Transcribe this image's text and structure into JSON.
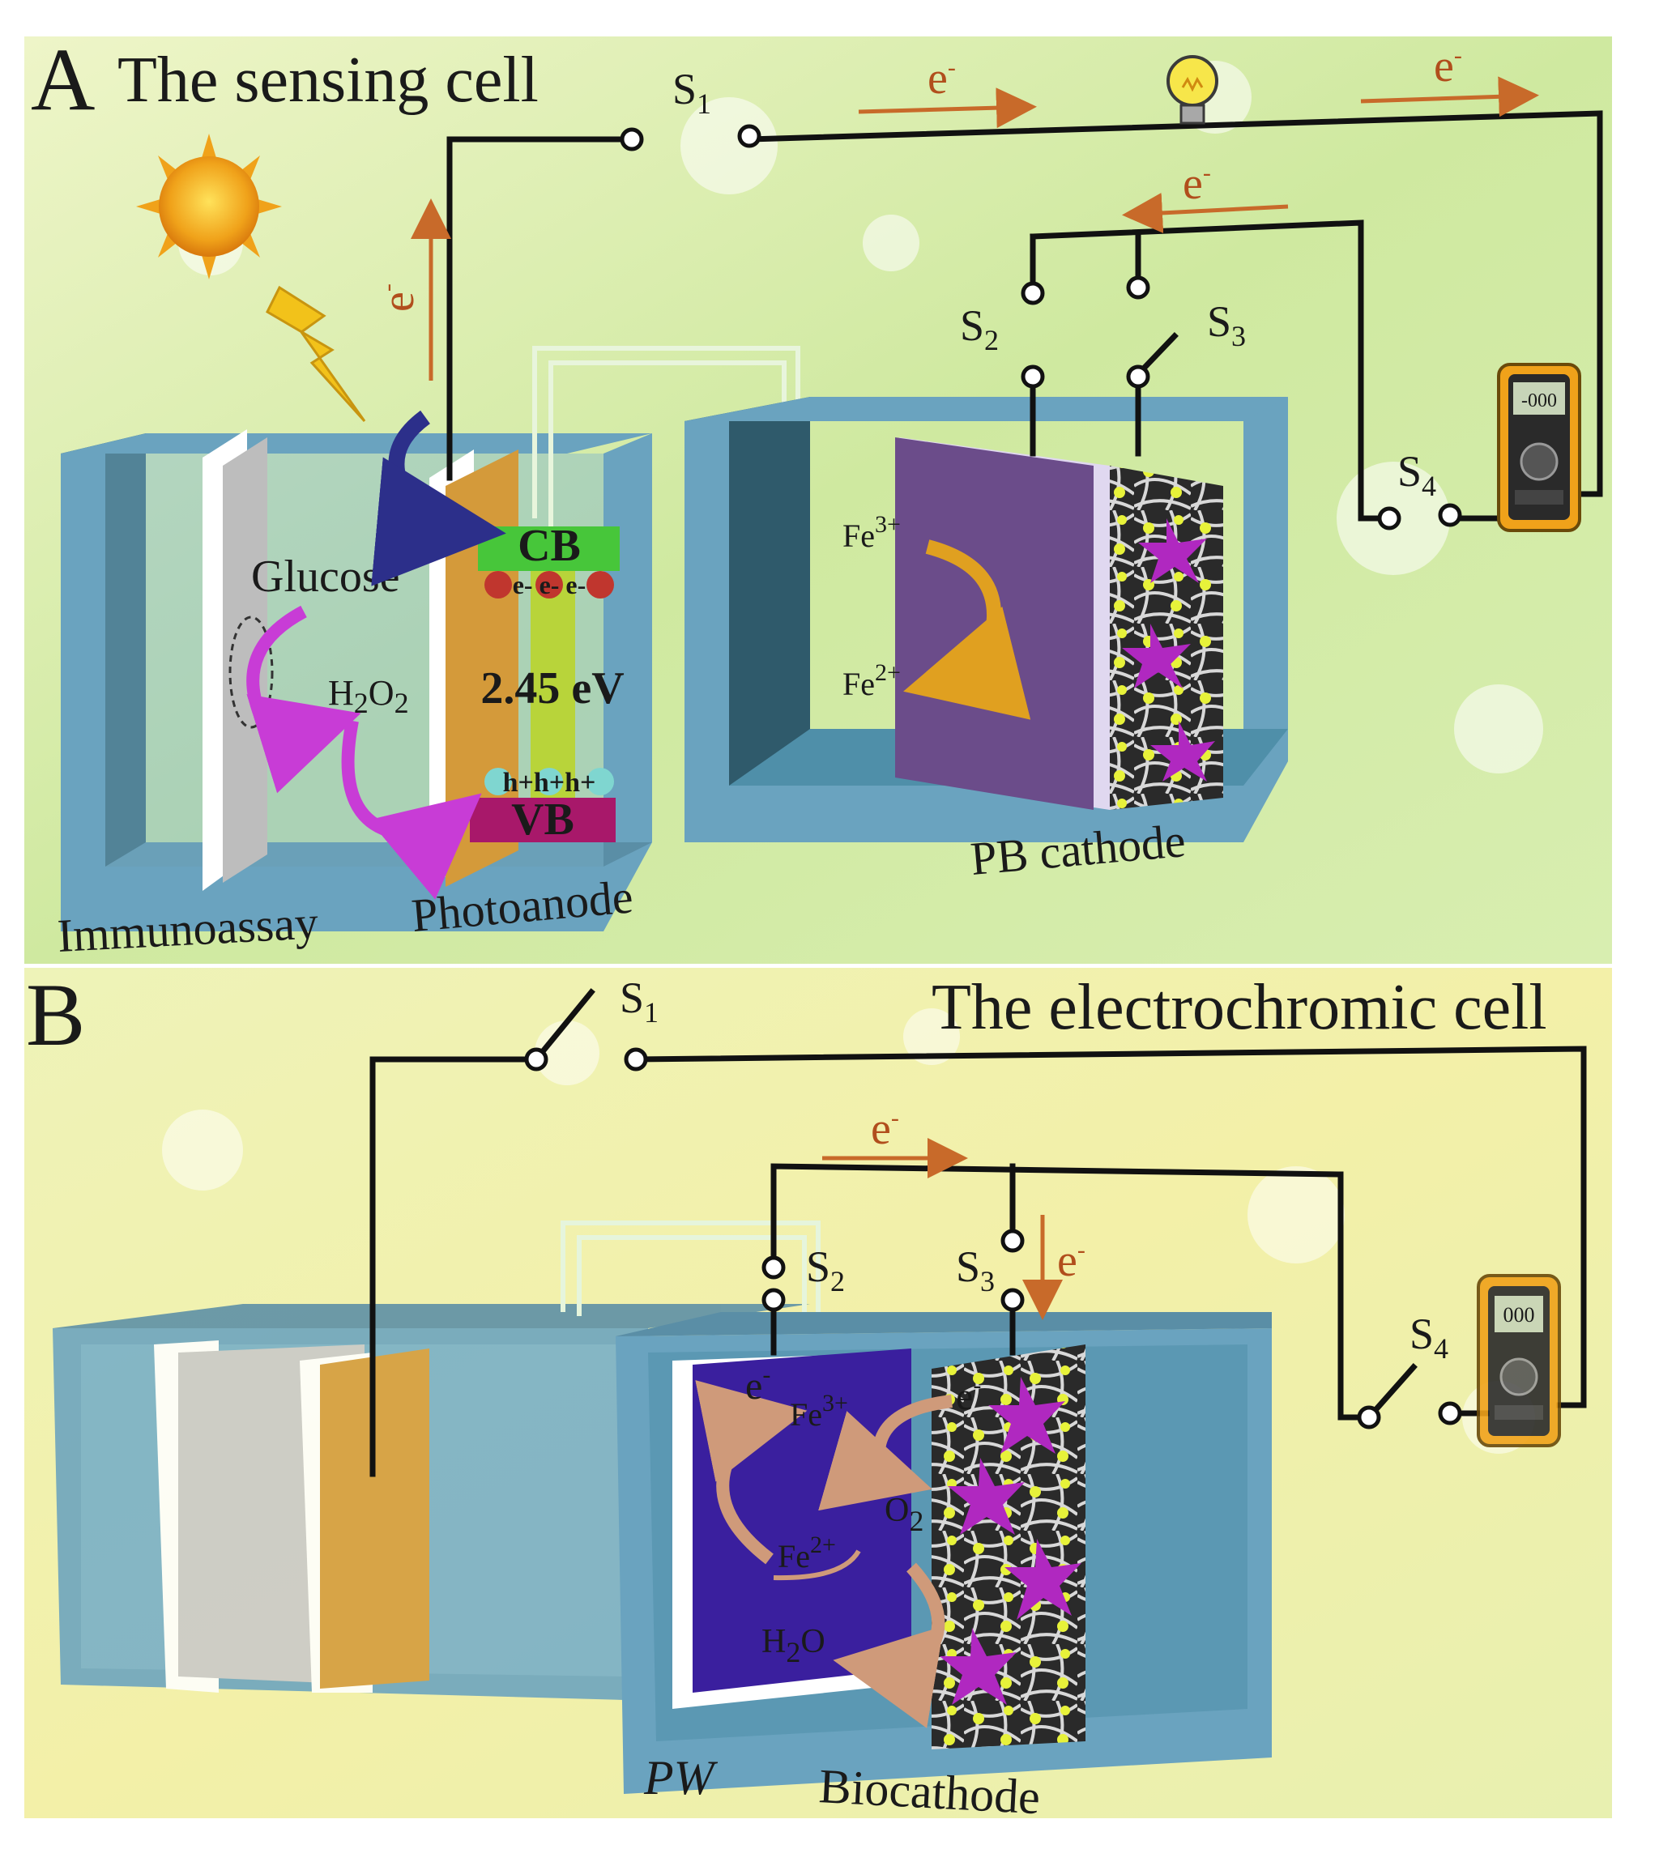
{
  "panel_a": {
    "letter": "A",
    "title": "The sensing cell",
    "switch_1": "S",
    "switch_1_sub": "1",
    "switch_2": "S",
    "switch_2_sub": "2",
    "switch_3": "S",
    "switch_3_sub": "3",
    "switch_4": "S",
    "switch_4_sub": "4",
    "electron": "e",
    "electron_sup": "-",
    "glucose": "Glucose",
    "h2o2_h": "H",
    "h2o2_2a": "2",
    "h2o2_o": "O",
    "h2o2_2b": "2",
    "cb": "CB",
    "vb": "VB",
    "band_gap": "2.45 eV",
    "cb_electrons": "e- e- e-",
    "vb_holes": "h+h+h+",
    "fe3": "Fe",
    "fe3_sup": "3+",
    "fe2": "Fe",
    "fe2_sup": "2+",
    "label_immunoassay": "Immunoassay",
    "label_photoanode": "Photoanode",
    "label_cathode": "PB cathode",
    "meter_display": "-000"
  },
  "panel_b": {
    "letter": "B",
    "title": "The electrochromic cell",
    "switch_1": "S",
    "switch_1_sub": "1",
    "switch_2": "S",
    "switch_2_sub": "2",
    "switch_3": "S",
    "switch_3_sub": "3",
    "switch_4": "S",
    "switch_4_sub": "4",
    "electron": "e",
    "electron_sup": "-",
    "fe3": "Fe",
    "fe3_sup": "3+",
    "fe2": "Fe",
    "fe2_sup": "2+",
    "o2": "O",
    "o2_sub": "2",
    "h2o_h": "H",
    "h2o_2": "2",
    "h2o_o": "O",
    "label_pw": "PW",
    "label_biocathode": "Biocathode",
    "meter_display": "000"
  },
  "colors": {
    "tank": "#6aa3bf",
    "tank_dark": "#2f5a6b",
    "photoanode": "#d49a3a",
    "pb_electrode": "#6b4c8a",
    "pw_electrode": "#3a1f9e",
    "arrow_orange": "#c86a2a",
    "arrow_purple": "#c83cd6",
    "cb_green": "#47c63a",
    "vb_magenta": "#a8186a"
  }
}
